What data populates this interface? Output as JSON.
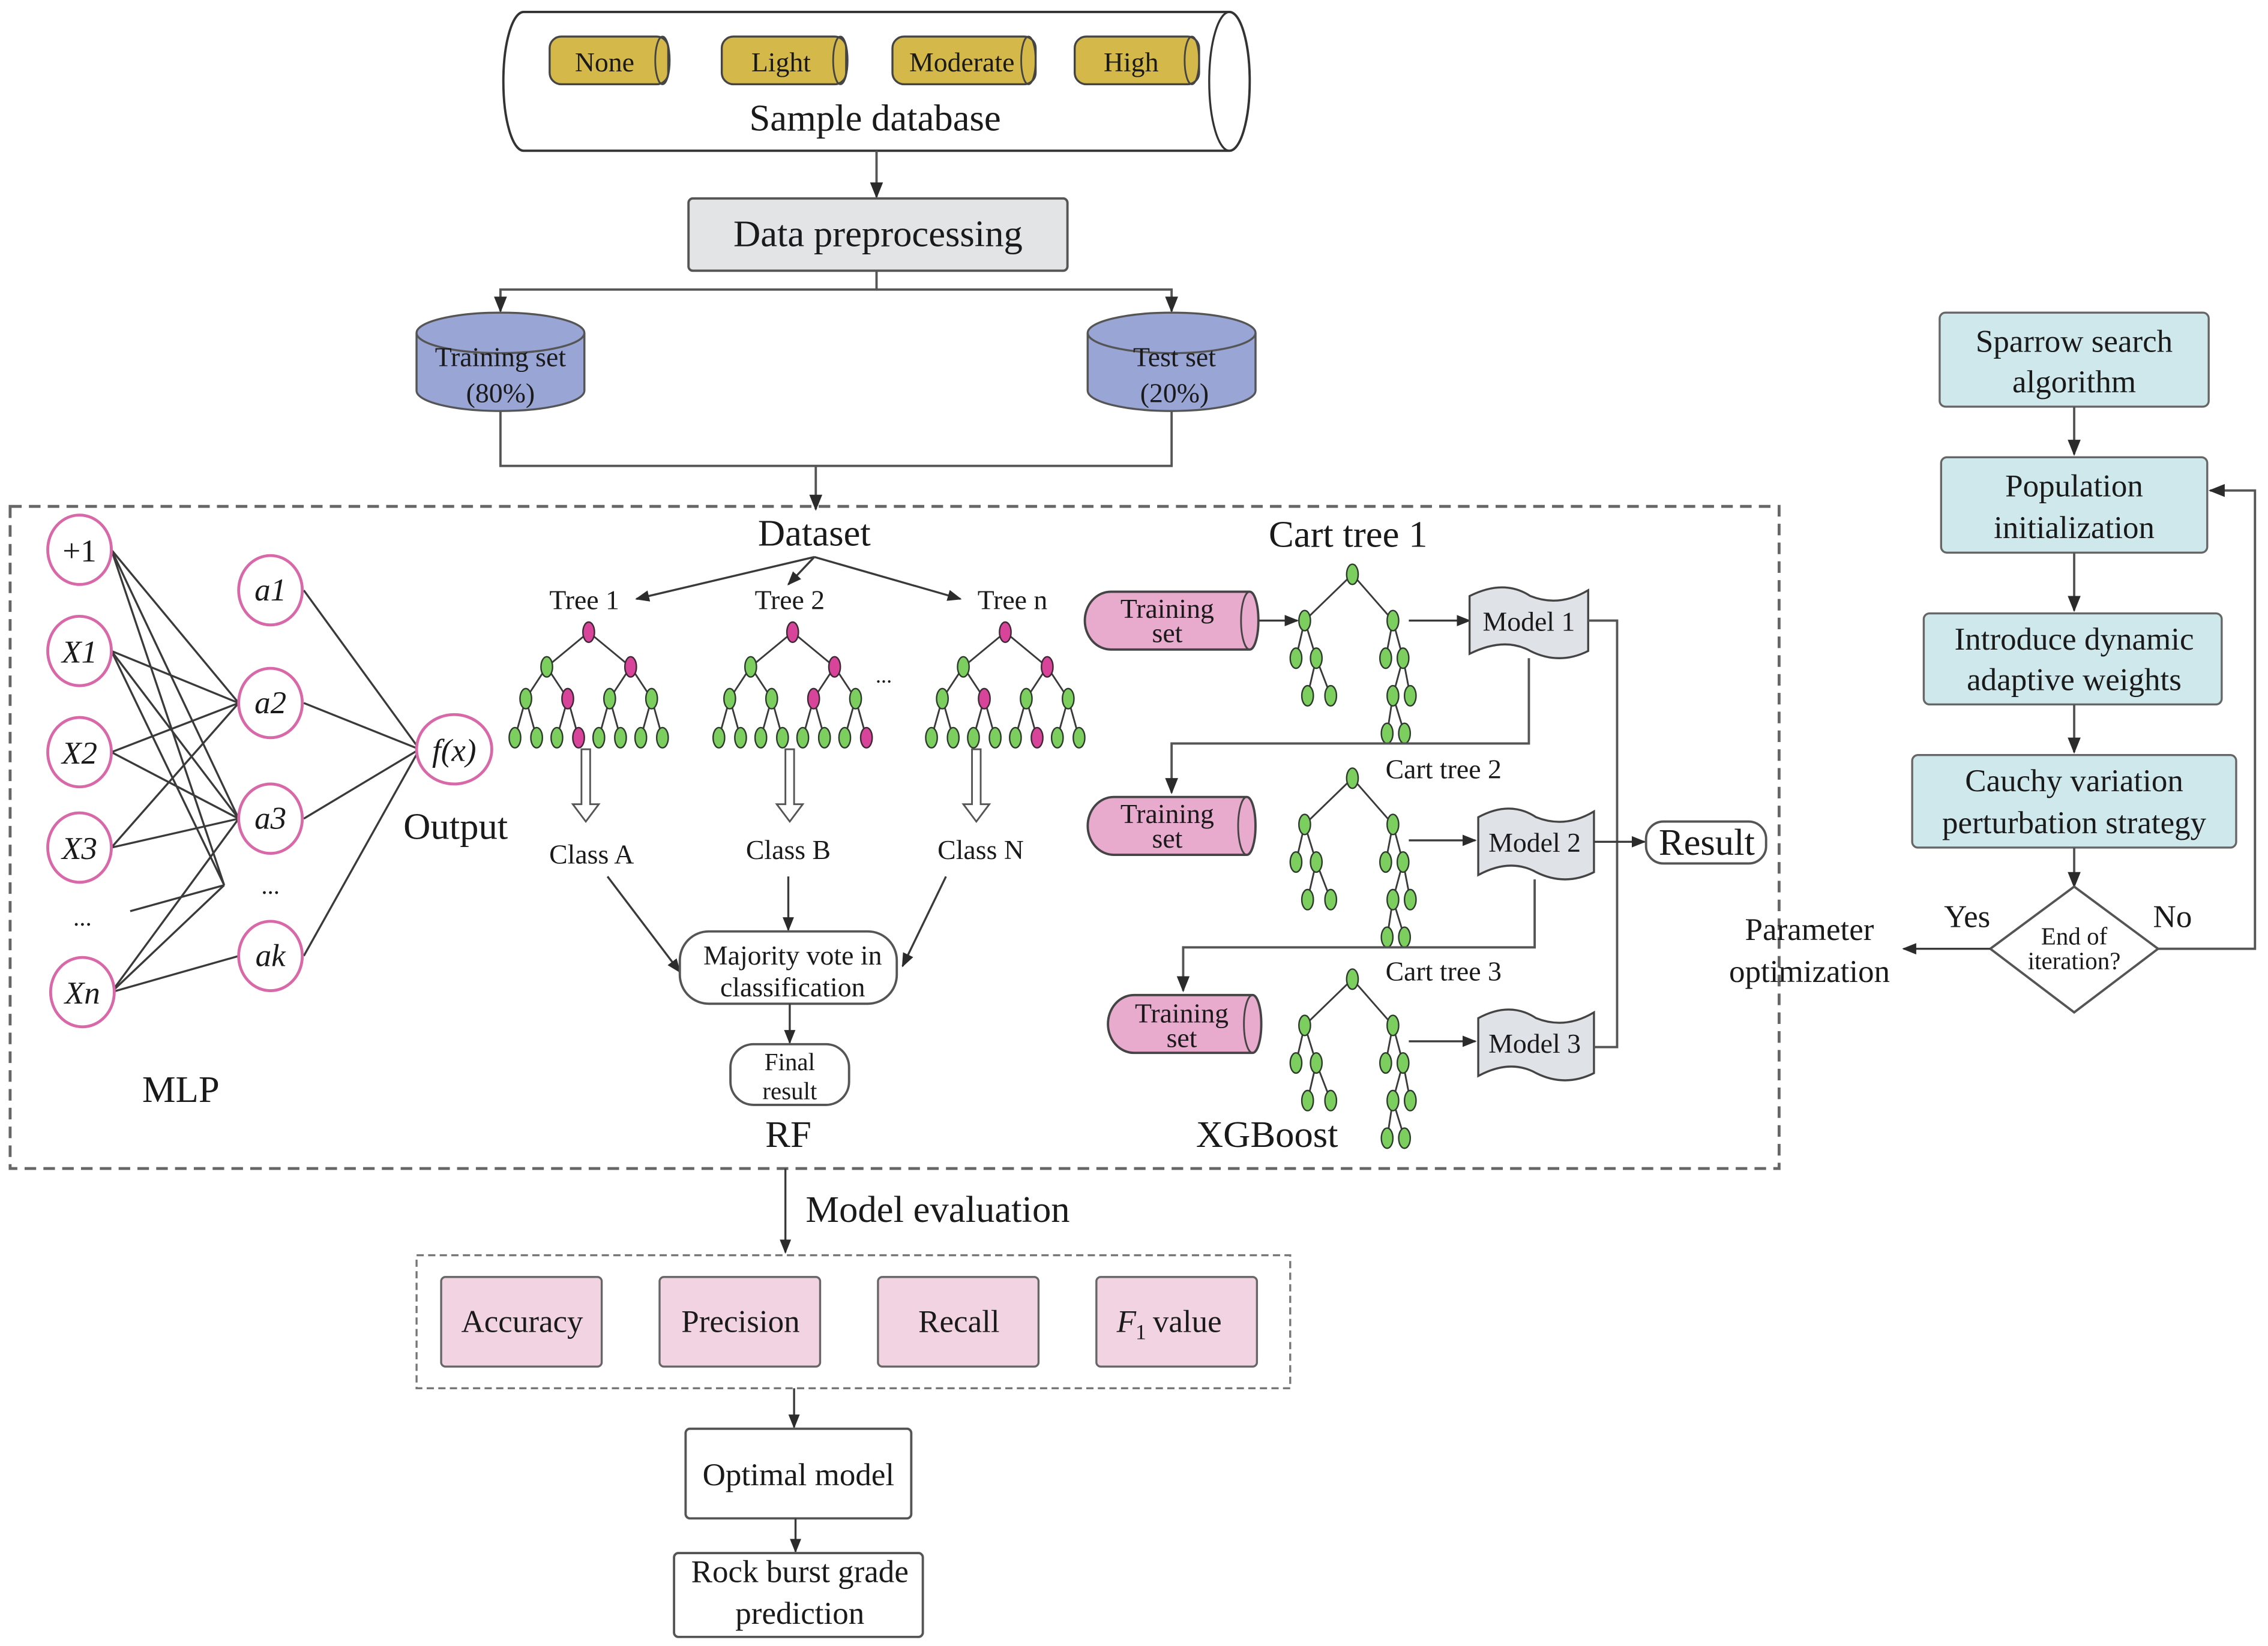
{
  "sample_database": {
    "title": "Sample database",
    "grades": [
      "None",
      "Light",
      "Moderate",
      "High"
    ]
  },
  "preprocessing": {
    "label": "Data preprocessing"
  },
  "split": {
    "training": {
      "line1": "Training set",
      "line2": "(80%)"
    },
    "test": {
      "line1": "Test set",
      "line2": "(20%)"
    }
  },
  "mlp": {
    "title": "MLP",
    "inputs": [
      "+1",
      "X1",
      "X2",
      "X3",
      "Xn"
    ],
    "input_ellipsis": "...",
    "hidden": [
      "a1",
      "a2",
      "a3",
      "ak"
    ],
    "hidden_ellipsis": "...",
    "output_node": "f(x)",
    "output_label": "Output"
  },
  "rf": {
    "title": "RF",
    "dataset_label": "Dataset",
    "trees": [
      "Tree 1",
      "Tree 2",
      "Tree n"
    ],
    "tree_ellipsis": "...",
    "classes": [
      "Class A",
      "Class B",
      "Class N"
    ],
    "vote": {
      "line1": "Majority vote in",
      "line2": "classification"
    },
    "final": {
      "line1": "Final",
      "line2": "result"
    }
  },
  "xgboost": {
    "title": "XGBoost",
    "cart_trees": [
      "Cart tree 1",
      "Cart tree 2",
      "Cart tree 3"
    ],
    "training": {
      "line1": "Training",
      "line2": "set"
    },
    "models": [
      "Model 1",
      "Model 2",
      "Model 3"
    ],
    "result": "Result"
  },
  "ssa": {
    "steps": [
      {
        "line1": "Sparrow search",
        "line2": "algorithm"
      },
      {
        "line1": "Population",
        "line2": "initialization"
      },
      {
        "line1": "Introduce dynamic",
        "line2": "adaptive weights"
      },
      {
        "line1": "Cauchy variation",
        "line2": "perturbation strategy"
      }
    ],
    "decision": {
      "line1": "End of",
      "line2": "iteration?"
    },
    "yes_label": "Yes",
    "no_label": "No",
    "output": {
      "line1": "Parameter",
      "line2": "optimization"
    }
  },
  "evaluation": {
    "label": "Model evaluation",
    "metrics": [
      "Accuracy",
      "Precision",
      "Recall",
      "value"
    ],
    "f1_prefix": "F",
    "f1_sub": "1"
  },
  "optimal_model": {
    "label": "Optimal model"
  },
  "prediction": {
    "line1": "Rock burst grade",
    "line2": "prediction"
  },
  "colors": {
    "grade_cylinder": "#d4b94a",
    "split_cylinder": "#99a5d4",
    "training_cylinder": "#e8aacd",
    "ssa_box": "#cfe8ec",
    "metric_box": "#f2d3e2",
    "neuron_border": "#d868a8",
    "leaf_green": "#7ccf5f",
    "leaf_magenta": "#d8449a"
  }
}
